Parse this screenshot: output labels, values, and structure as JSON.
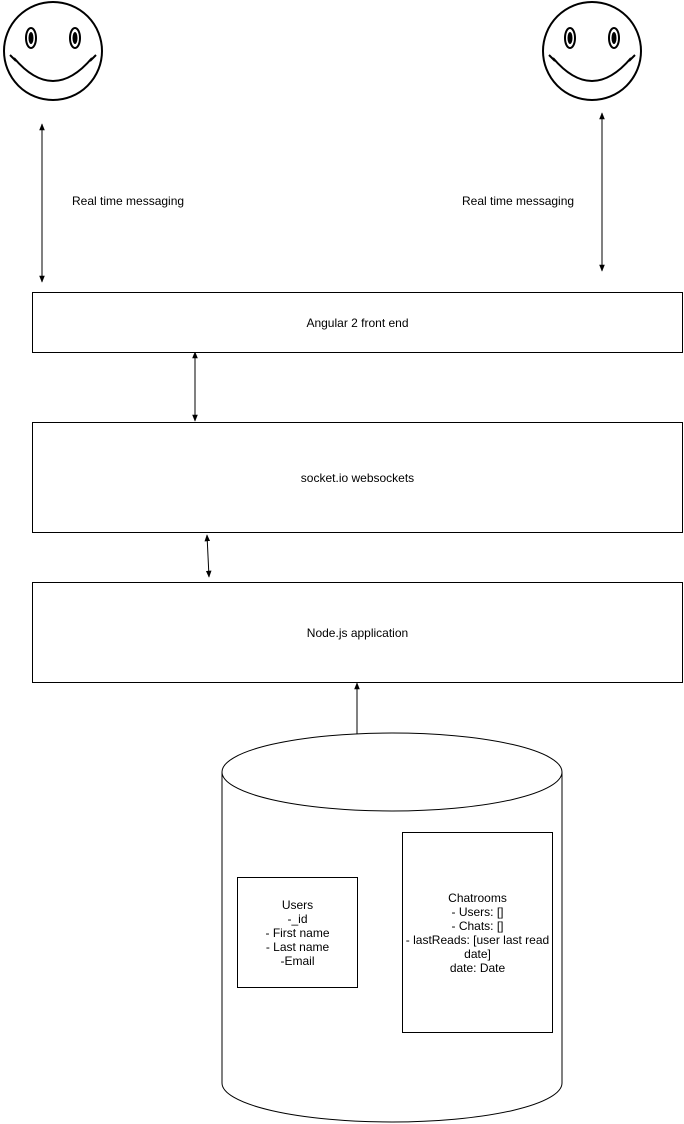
{
  "messaging": {
    "left_label": "Real time messaging",
    "right_label": "Real time messaging"
  },
  "layers": {
    "frontend": "Angular 2 front end",
    "sockets": "socket.io websockets",
    "backend": "Node.js application"
  },
  "database": {
    "users": {
      "title": "Users",
      "fields": [
        "-_id",
        "- First name",
        "- Last name",
        "-Email"
      ]
    },
    "chatrooms": {
      "title": "Chatrooms",
      "fields": [
        "- Users: []",
        "- Chats: []",
        "- lastReads: [user last read",
        "date]",
        "date: Date"
      ]
    }
  }
}
